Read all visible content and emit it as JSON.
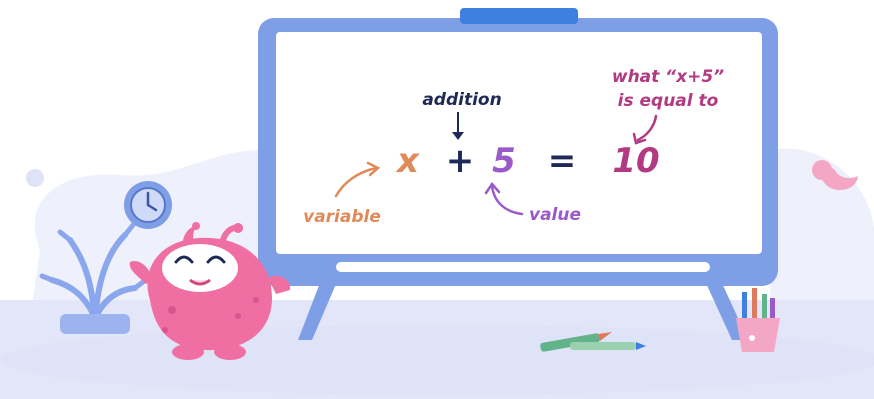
{
  "board": {
    "annotations": {
      "addition": "addition",
      "result_line1": "what “x+5”",
      "result_line2": "is equal to",
      "variable": "variable",
      "value": "value"
    },
    "equation": {
      "variable": "x",
      "plus": "+",
      "number": "5",
      "equals": "=",
      "result": "10"
    }
  },
  "colors": {
    "board_frame": "#7e9ee6",
    "board_top_clip": "#3f7fe0",
    "variable_orange": "#e08a5a",
    "operator_navy": "#1d2a55",
    "value_purple": "#9b59c9",
    "result_magenta": "#b13a83",
    "floor_lavender": "#e3e6f8",
    "monster_pink": "#f06fa3"
  },
  "icons": [
    "clock-icon",
    "plant-icon",
    "monster-mascot",
    "crayon-icon",
    "pencil-cup-icon",
    "arrow-icon"
  ]
}
